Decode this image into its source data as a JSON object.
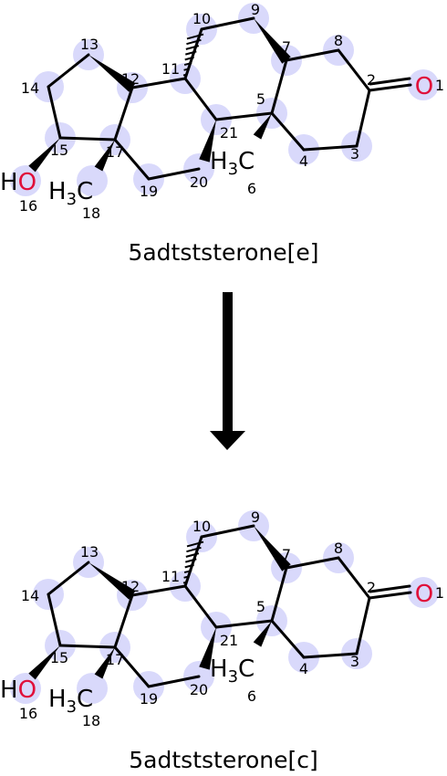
{
  "reaction": {
    "reactant": {
      "name": "5adtststerone[e]",
      "hydroxyl_symbol": "HO",
      "carbonyl_symbol": "O",
      "methyl_18": "H3C",
      "methyl_6": "H3C",
      "atom_numbers": [
        "1",
        "2",
        "3",
        "4",
        "5",
        "6",
        "7",
        "8",
        "9",
        "10",
        "11",
        "12",
        "13",
        "14",
        "15",
        "16",
        "17",
        "18",
        "19",
        "20",
        "21"
      ]
    },
    "product": {
      "name": "5adtststerone[c]",
      "hydroxyl_symbol": "HO",
      "carbonyl_symbol": "O",
      "methyl_18": "H3C",
      "methyl_6": "H3C",
      "atom_numbers": [
        "1",
        "2",
        "3",
        "4",
        "5",
        "6",
        "7",
        "8",
        "9",
        "10",
        "11",
        "12",
        "13",
        "14",
        "15",
        "16",
        "17",
        "18",
        "19",
        "20",
        "21"
      ]
    },
    "arrow_icon": "down-arrow-icon"
  },
  "colors": {
    "highlight": "#d9d9fb",
    "heteroatom": "#e0103a",
    "bond": "#000000"
  }
}
